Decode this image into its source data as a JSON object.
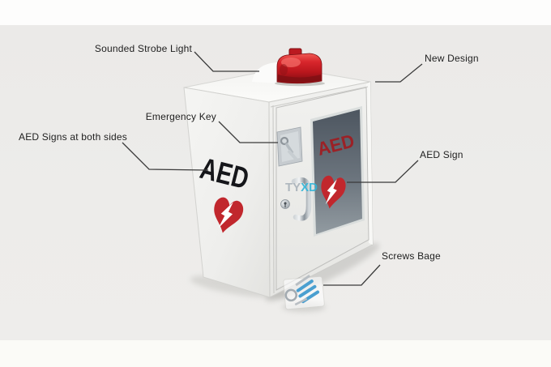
{
  "callouts": {
    "strobe": {
      "label": "Sounded Strobe Light"
    },
    "new_design": {
      "label": "New Design"
    },
    "emergency_key": {
      "label": "Emergency Key"
    },
    "aed_signs": {
      "label": "AED Signs at both sides"
    },
    "aed_sign": {
      "label": "AED Sign"
    },
    "screws_bag": {
      "label": "Screws Bage"
    }
  },
  "cabinet": {
    "side_text": "AED",
    "window_text": "AED"
  },
  "watermark": {
    "left": "TY",
    "right": "XD"
  },
  "colors": {
    "photo_background": "#ecebe9",
    "heart_red": "#c1272d",
    "window_text_red": "#9b2126",
    "strobe_red": "#cf1f26",
    "watermark_gray": "#a9b2ba",
    "watermark_cyan": "#2fb4d8",
    "leader_line": "#3a3a3a",
    "label_text": "#1e1e1e"
  }
}
